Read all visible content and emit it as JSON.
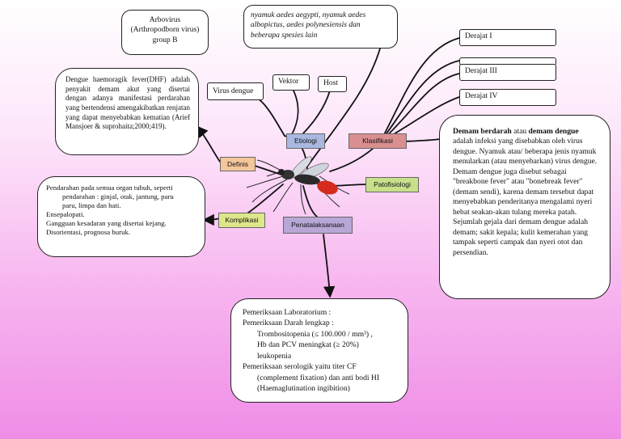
{
  "center_labels": {
    "etiologi": "Etiologi",
    "klasifikasi": "Klasifikasi",
    "definisi": "Definis",
    "patofisiologi": "Patofisiologi",
    "komplikasi": "Komplikasi",
    "penatalaksanaan": "Penatalaksanaan"
  },
  "arbovirus": {
    "line1": "Arbovirus",
    "line2": "(Arthropodborn virus)",
    "line3": "group B"
  },
  "nyamuk_text": "nyamuk aedes aegypti, nyamuk aedes albopictus, aedes polynesiensis dan beberapa spesies lain",
  "vektor": "Vektor",
  "host": "Host",
  "virus_dengue": "Virus dengue",
  "derajat": [
    "Derajat I",
    "",
    "Derajat III",
    "Derajat IV"
  ],
  "definisi_text": "Dengue haemoragik fever(DHF) adalah penyakit demam akut yang disertai dengan adanya manifestasi perdarahan yang bertendensi amengakibatkan renjatan yang dapat menyebabkan kematian (Arief Mansjoer & suprohaita;2000;419).",
  "komplikasi": {
    "line1": "Pendarahan pada semua organ tubuh, seperti",
    "line2": "pendarahan : ginjal, otak, jantung, paru",
    "line3": "paru, limpa dan hati.",
    "line4": "Ensepalopati.",
    "line5": "Gangguan kesadaran yang disertai kejang.",
    "line6": "Disorientasi, prognosa buruk."
  },
  "demam": {
    "bold1": "Demam berdarah",
    "mid": " atau ",
    "bold2": "demam dengue",
    "rest": " adalah infeksi yang disebabkan oleh virus dengue. Nyamuk atau/ beberapa jenis nyamuk menularkan (atau menyebarkan) virus dengue. Demam dengue juga disebut sebagai \"breakbone fever\" atau \"bonebreak fever\" (demam sendi), karena demam tersebut dapat menyebabkan penderitanya mengalami nyeri hebat seakan-akan tulang mereka patah. Sejumlah gejala dari demam dengue adalah demam; sakit kepala; kulit kemerahan yang tampak seperti campak dan nyeri otot dan persendian."
  },
  "penatalaksanaan": {
    "l1": "Pemeriksaan Laboratorium :",
    "l2": "Pemeriksaan Darah lengkap :",
    "l3": "Trombositopenia (≤ 100.000 / mm³) ,",
    "l4": "Hb dan PCV meningkat (≥ 20%)",
    "l5": "leukopenia",
    "l6": "Pemeriksaan serologik yaitu titer CF",
    "l7": "(complement fixation) dan anti bodi HI",
    "l8": "(Haemaglutination ingibition)"
  },
  "colors": {
    "etiologi": "#aab8e0",
    "klasifikasi": "#d98f8f",
    "definisi": "#f4c79a",
    "patofisiologi": "#c8e08a",
    "komplikasi": "#dde68a",
    "penatalaksanaan": "#b7a7d6"
  }
}
